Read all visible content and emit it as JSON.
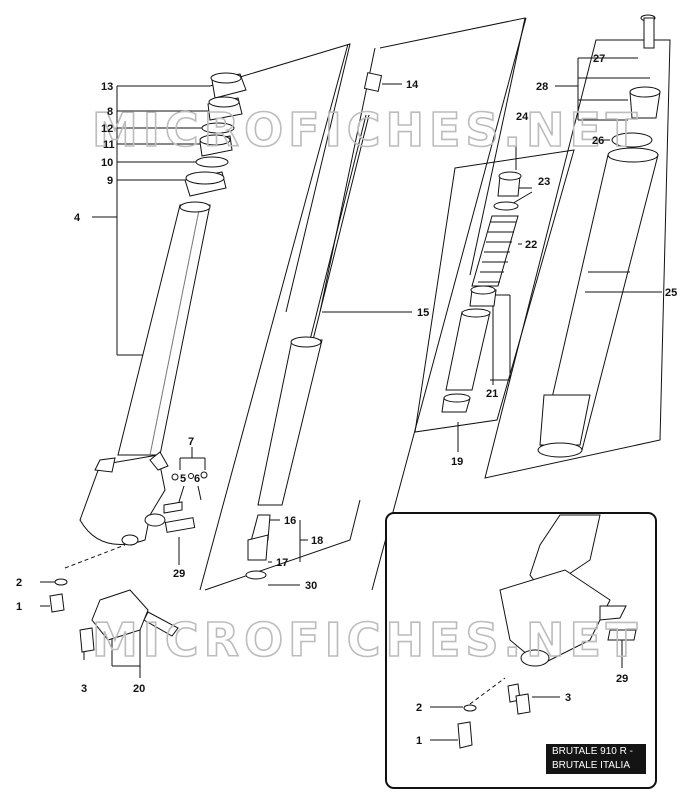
{
  "diagram": {
    "watermark": "MICROFICHES.NET",
    "model_lines": [
      "BRUTALE 910 R -",
      "BRUTALE ITALIA"
    ],
    "callouts": {
      "c1": "1",
      "c2": "2",
      "c3": "3",
      "c4": "4",
      "c5": "5",
      "c6": "6",
      "c7": "7",
      "c8": "8",
      "c9": "9",
      "c10": "10",
      "c11": "11",
      "c12": "12",
      "c13": "13",
      "c14": "14",
      "c15": "15",
      "c16": "16",
      "c17": "17",
      "c18": "18",
      "c19": "19",
      "c20": "20",
      "c21": "21",
      "c22": "22",
      "c23": "23",
      "c24": "24",
      "c25": "25",
      "c26": "26",
      "c27": "27",
      "c28": "28",
      "c29": "29",
      "c30": "30"
    },
    "inset_callouts": {
      "i1": "1",
      "i2": "2",
      "i3": "3",
      "i29": "29"
    }
  }
}
